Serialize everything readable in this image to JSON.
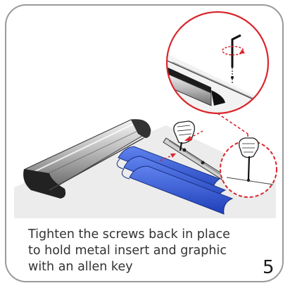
{
  "instruction": {
    "lines": [
      "Tighten the screws back in place",
      "to hold metal insert and graphic",
      "with an allen key"
    ]
  },
  "step_number": "5",
  "colors": {
    "accent_red": "#d9262c",
    "graphic_blue": "#2f56d6",
    "metal_grey": "#8c8c8c",
    "floor_grey": "#ececec",
    "border_grey": "#9a9a9a"
  },
  "icons": [
    "allen-key-icon",
    "gloved-hand-icon",
    "screw-icon",
    "rotation-arrow-icon"
  ]
}
